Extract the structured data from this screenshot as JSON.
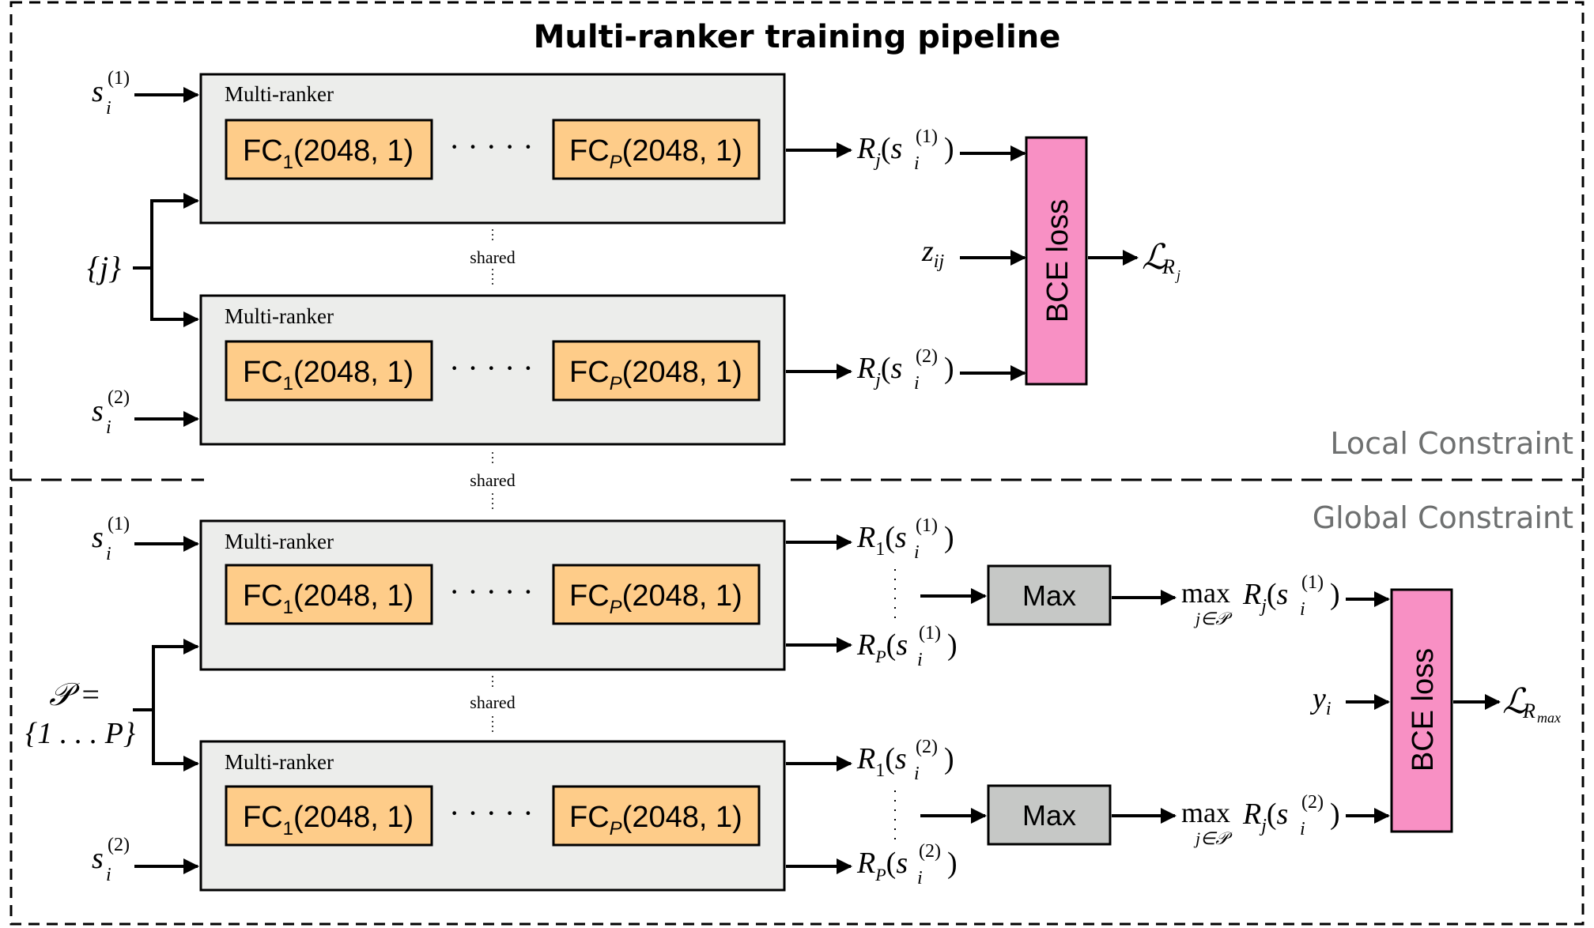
{
  "diagram": {
    "title": "Multi-ranker training pipeline",
    "local_label": "Local Constraint",
    "global_label": "Global Constraint",
    "multi_ranker_label": "Multi-ranker",
    "fc_first": {
      "base": "FC",
      "sub": "1",
      "args": "(2048, 1)"
    },
    "fc_last": {
      "base": "FC",
      "sub": "P",
      "args": "(2048, 1)"
    },
    "fc_ellipsis": "· · · · ·",
    "shared_label": "shared",
    "bce_label": "BCE loss",
    "max_label": "Max",
    "inputs": {
      "s_base": "s",
      "s_sub": "i",
      "s1_sup": "(1)",
      "s2_sup": "(2)",
      "j_set": "{j}",
      "p_set_line1": "𝒫  =",
      "p_set_line2": "{1 . . . P}",
      "z": "z",
      "z_sub": "ij",
      "y": "y",
      "y_sub": "i"
    },
    "outputs": {
      "rj": "R",
      "rj_sub": "j",
      "r1_sub": "1",
      "rp_sub": "P",
      "max_op": "max",
      "max_sub": "j∈𝒫",
      "loss_l": "ℒ",
      "loss_rj_sub": "R",
      "loss_rj_subsub": "j",
      "loss_rmax_sub": "R",
      "loss_rmax_subsub": "max"
    },
    "colors": {
      "panel_fill": "#ecedeb",
      "fc_fill": "#fecc89",
      "bce_fill": "#f890c4",
      "max_fill": "#c6c8c6",
      "section_label": "#6e7070"
    }
  }
}
